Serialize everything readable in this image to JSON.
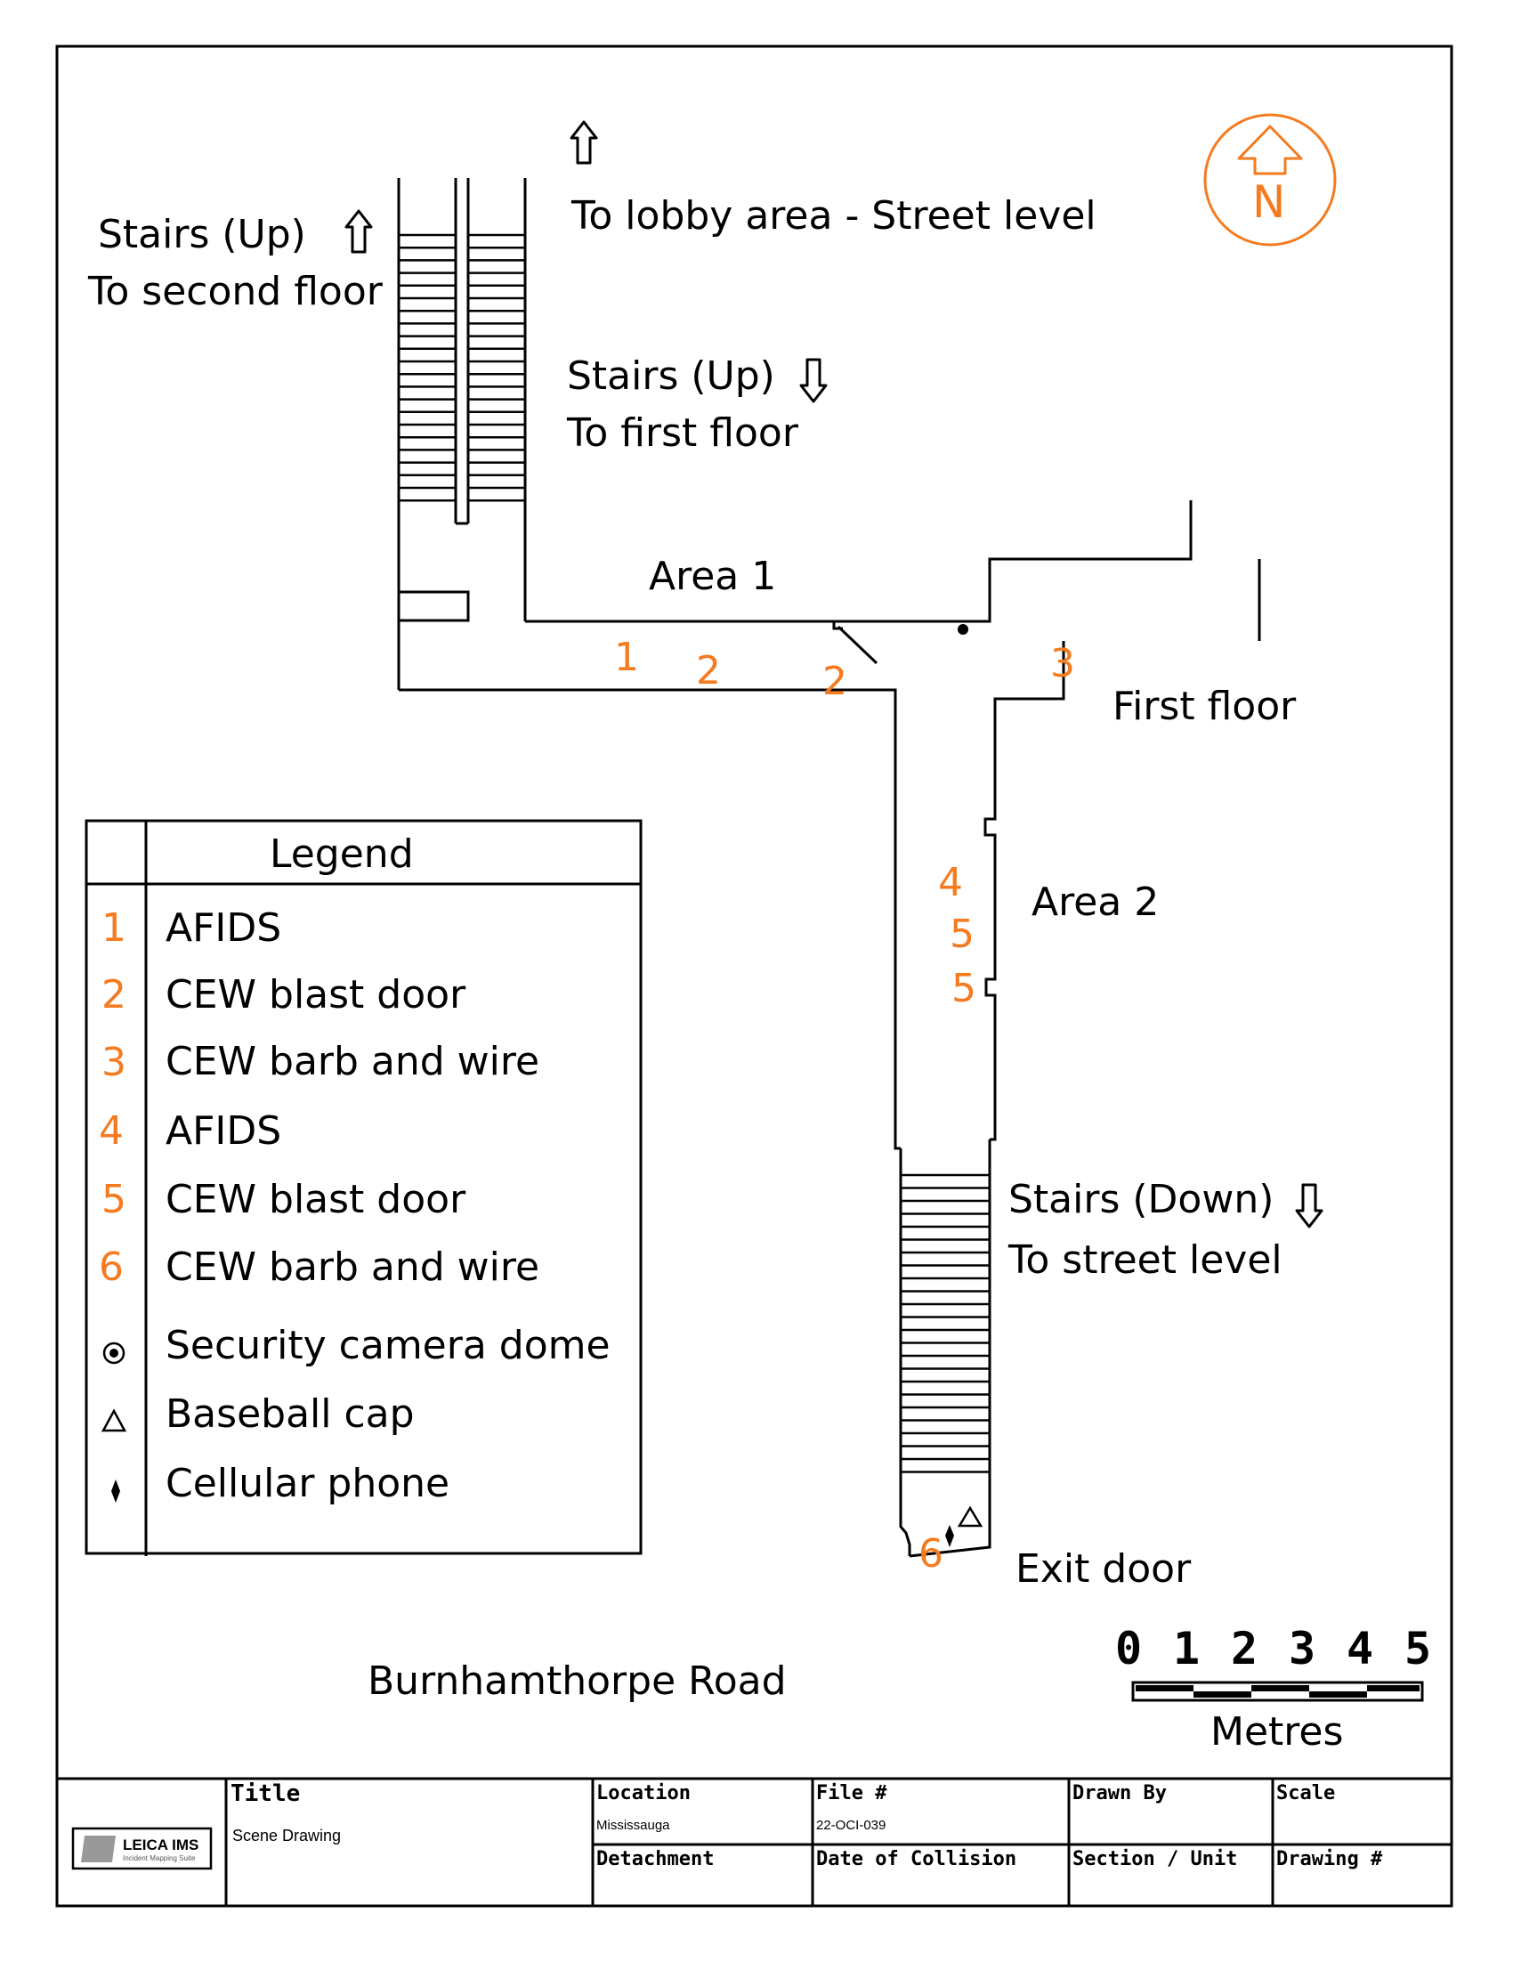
{
  "drawing": {
    "top_labels": {
      "stairs_up_left": "Stairs (Up)",
      "to_second_floor": "To second floor",
      "to_lobby": "To lobby area - Street level",
      "stairs_up_mid": "Stairs (Up)",
      "to_first_floor": "To first floor",
      "area1": "Area 1",
      "first_floor": "First floor",
      "area2": "Area 2",
      "stairs_down": "Stairs (Down)",
      "to_street_level": "To street level",
      "exit_door": "Exit door",
      "road": "Burnhamthorpe Road"
    },
    "markers": [
      "1",
      "2",
      "2",
      "3",
      "4",
      "5",
      "5",
      "6"
    ],
    "north_letter": "N"
  },
  "legend": {
    "title": "Legend",
    "items": [
      {
        "key": "1",
        "label": "AFIDS"
      },
      {
        "key": "2",
        "label": "CEW blast door"
      },
      {
        "key": "3",
        "label": "CEW barb and wire"
      },
      {
        "key": "4",
        "label": "AFIDS"
      },
      {
        "key": "5",
        "label": "CEW blast door"
      },
      {
        "key": "6",
        "label": "CEW barb and wire"
      },
      {
        "key": "security-camera-icon",
        "label": "Security camera dome"
      },
      {
        "key": "triangle-icon",
        "label": "Baseball cap"
      },
      {
        "key": "diamond-icon",
        "label": "Cellular phone"
      }
    ]
  },
  "scale_bar": {
    "numbers": [
      "0",
      "1",
      "2",
      "3",
      "4",
      "5"
    ],
    "unit": "Metres"
  },
  "title_block": {
    "logo_text": "LEICA IMS",
    "logo_sub": "Incident Mapping Suite",
    "title_head": "Title",
    "title_value": "Scene Drawing",
    "location_head": "Location",
    "location_value": "Mississauga",
    "file_head": "File #",
    "file_value": "22-OCI-039",
    "drawn_by_head": "Drawn By",
    "scale_head": "Scale",
    "detachment_head": "Detachment",
    "date_head": "Date of Collision",
    "section_head": "Section / Unit",
    "drawing_no_head": "Drawing #"
  },
  "colors": {
    "accent": "#f47b20",
    "line": "#000000"
  }
}
